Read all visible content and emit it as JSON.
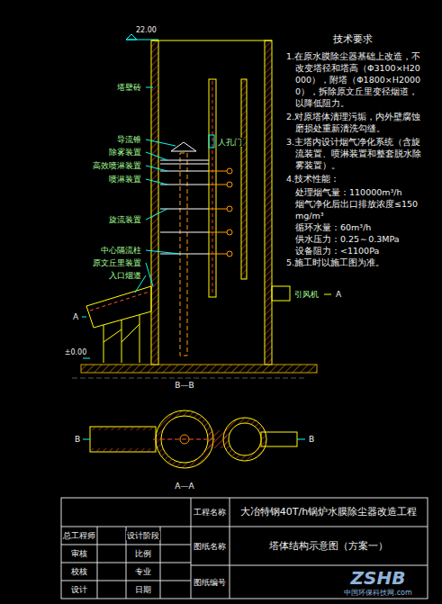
{
  "diagram": {
    "labels": [
      "22.00",
      "塔壁砖",
      "导流锥",
      "除雾装置",
      "高效喷淋装置",
      "喷淋装置",
      "旋流装置",
      "中心隔流柱",
      "原文丘里装置",
      "入口烟道",
      "人孔门",
      "引风机",
      "A",
      "A",
      "±0.00",
      "B—B",
      "B",
      "B",
      "A—A",
      "技术要求",
      "1.在原水膜除尘器基础上改造，不改变塔径和塔高（Φ3100×H20000），附塔（Φ1800×H20000），拆除原文丘里变径烟道，以降低阻力。",
      "2.对原塔体清理污垢，内外壁腐蚀磨损处重新清洗勾缝。",
      "3.主塔内设计烟气净化系统（含旋流装置、喷淋装置和整套脱水除雾装置）。",
      "4.技术性能：",
      "处理烟气量：110000m³/h",
      "烟气净化后出口排放浓度≤150mg/m³",
      "循环水量：60m³/h",
      "供水压力：0.25～0.3MPa",
      "设备阻力：<1100Pa",
      "5.施工时以施工图为准。",
      "工程名称",
      "大冶特钢40T/h锅炉水膜除尘器改造工程",
      "图纸名称",
      "塔体结构示意图（方案一）",
      "图纸编号",
      "总工程师",
      "设计阶段",
      "审核",
      "比例",
      "校核",
      "专业",
      "设计",
      "日期",
      "ZSHB",
      "中国环保科技网.com"
    ]
  }
}
